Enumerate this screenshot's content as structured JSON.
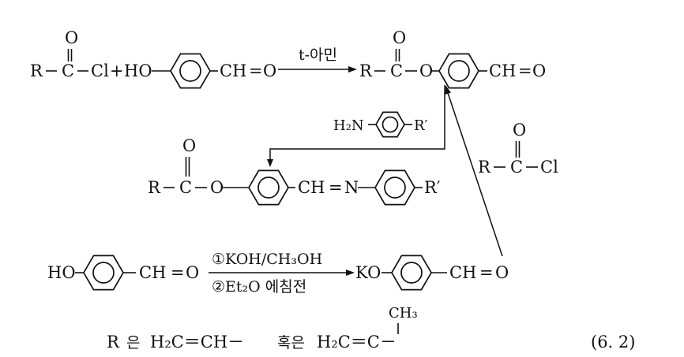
{
  "reaction1": {
    "reactant": {
      "R": "R",
      "C": "C",
      "O": "O",
      "Cl": "Cl"
    },
    "plus": "+",
    "phenol": {
      "HO": "HO",
      "CH": "CH",
      "eq": "=",
      "O": "O"
    },
    "reagent": "t-아민",
    "product": {
      "R": "R",
      "C": "C",
      "O": "O",
      "Oester": "O",
      "CH": "CH",
      "eq": "=",
      "Oald": "O"
    }
  },
  "amine": {
    "H2N": "H₂N",
    "Rprime": "R′"
  },
  "side_acyl": {
    "R": "R",
    "C": "C",
    "O": "O",
    "Cl": "Cl"
  },
  "schiff_base": {
    "R": "R",
    "C": "C",
    "O": "O",
    "Oester": "O",
    "CH": "CH",
    "eq": "=",
    "N": "N",
    "Rprime": "R′"
  },
  "reaction2": {
    "reactant": {
      "HO": "HO",
      "CH": "CH",
      "eq": "=",
      "O": "O"
    },
    "step1": "①KOH/CH₃OH",
    "step2": "②Et₂O 에침전",
    "product": {
      "KO": "KO",
      "CH": "CH",
      "eq": "=",
      "O": "O"
    }
  },
  "definition": {
    "R": "R",
    "eun": "은",
    "vinyl": "H₂C＝CH－",
    "or": "혹은",
    "isopropenyl": "H₂C＝C－",
    "methyl": "CH₃"
  },
  "equation_number": "(6. 2)"
}
